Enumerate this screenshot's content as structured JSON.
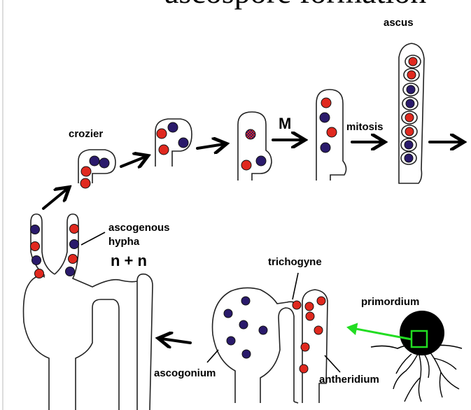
{
  "title": "ascospore formation",
  "labels": {
    "ascus": "ascus",
    "crozier": "crozier",
    "meiosis": "M",
    "mitosis": "mitosis",
    "ascogenous_hypha": [
      "ascogenous",
      "hypha"
    ],
    "ploidy": "n + n",
    "trichogyne": "trichogyne",
    "primordium": "primordium",
    "ascogonium": "ascogonium",
    "antheridium": "antheridium"
  },
  "colors": {
    "nucleus_red": "#e0291f",
    "nucleus_blue": "#2a1a6b",
    "highlight_green": "#22dd22",
    "primordium_black": "#000000"
  }
}
